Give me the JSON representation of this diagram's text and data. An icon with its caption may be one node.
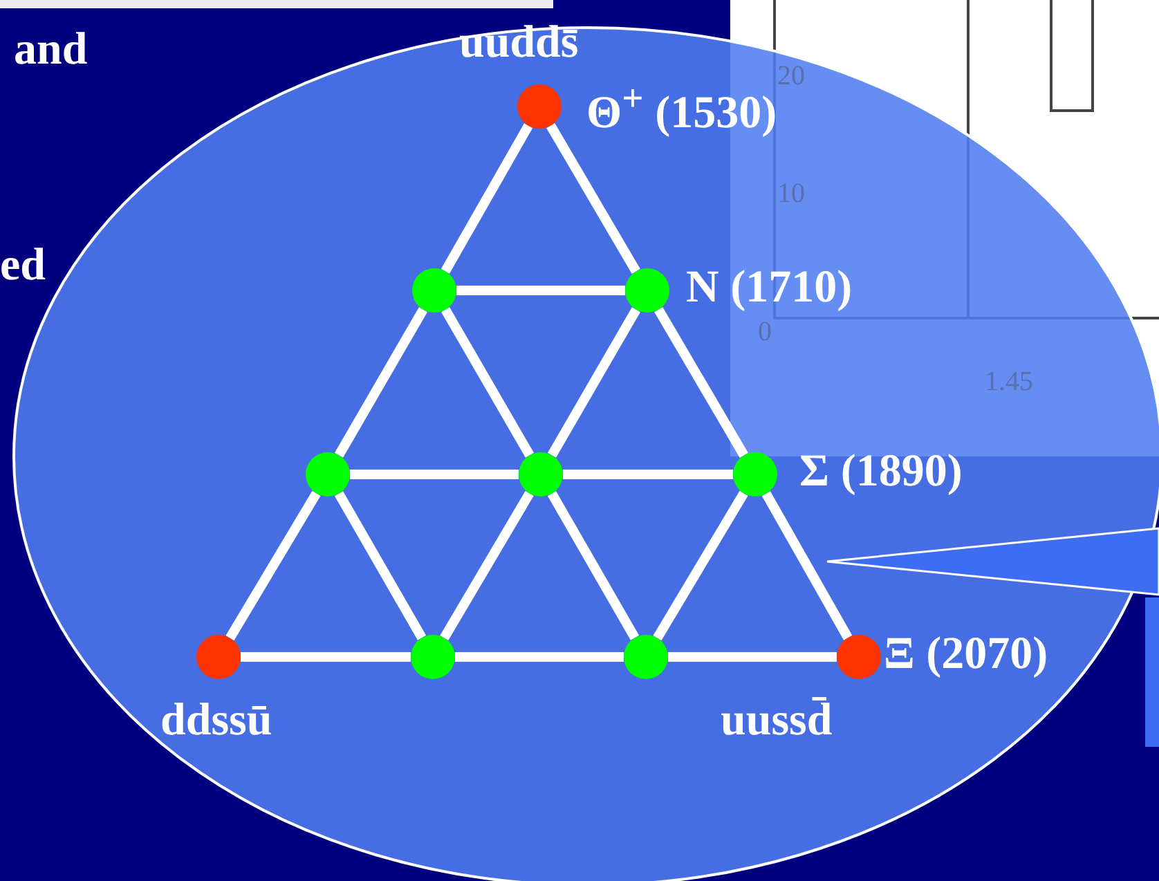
{
  "diagram": {
    "nodes": [
      {
        "text": [],
        "shape": "circle",
        "beside": [
          "uudds̄",
          "Θ$^{+}$ (1530)"
        ]
      },
      {
        "text": [],
        "shape": "circle"
      },
      {
        "text": [],
        "shape": "circle",
        "beside": [
          "N (1710)"
        ]
      },
      {
        "text": [],
        "shape": "circle"
      },
      {
        "text": [],
        "shape": "circle"
      },
      {
        "text": [],
        "shape": "circle",
        "beside": [
          "Σ (1890)"
        ]
      },
      {
        "text": [],
        "shape": "circle",
        "beside": [
          "ddssū"
        ]
      },
      {
        "text": [],
        "shape": "circle"
      },
      {
        "text": [],
        "shape": "circle"
      },
      {
        "text": [],
        "shape": "circle",
        "beside": [
          "Ξ (2070)",
          "uussd̄"
        ]
      }
    ],
    "edges": [
      {
        "from": 0,
        "to": 1,
        "arrow": "none"
      },
      {
        "from": 0,
        "to": 2,
        "arrow": "none"
      },
      {
        "from": 1,
        "to": 2,
        "arrow": "none"
      },
      {
        "from": 1,
        "to": 3,
        "arrow": "none"
      },
      {
        "from": 1,
        "to": 4,
        "arrow": "none"
      },
      {
        "from": 2,
        "to": 4,
        "arrow": "none"
      },
      {
        "from": 2,
        "to": 5,
        "arrow": "none"
      },
      {
        "from": 3,
        "to": 4,
        "arrow": "none"
      },
      {
        "from": 4,
        "to": 5,
        "arrow": "none"
      },
      {
        "from": 3,
        "to": 6,
        "arrow": "none"
      },
      {
        "from": 3,
        "to": 7,
        "arrow": "none"
      },
      {
        "from": 4,
        "to": 7,
        "arrow": "none"
      },
      {
        "from": 4,
        "to": 8,
        "arrow": "none"
      },
      {
        "from": 5,
        "to": 8,
        "arrow": "none"
      },
      {
        "from": 5,
        "to": 9,
        "arrow": "none"
      },
      {
        "from": 6,
        "to": 7,
        "arrow": "none"
      },
      {
        "from": 7,
        "to": 8,
        "arrow": "none"
      },
      {
        "from": 8,
        "to": 9,
        "arrow": "none"
      }
    ],
    "labels": [
      "and",
      "ed",
      "20",
      "10",
      "0",
      "1.45"
    ]
  }
}
